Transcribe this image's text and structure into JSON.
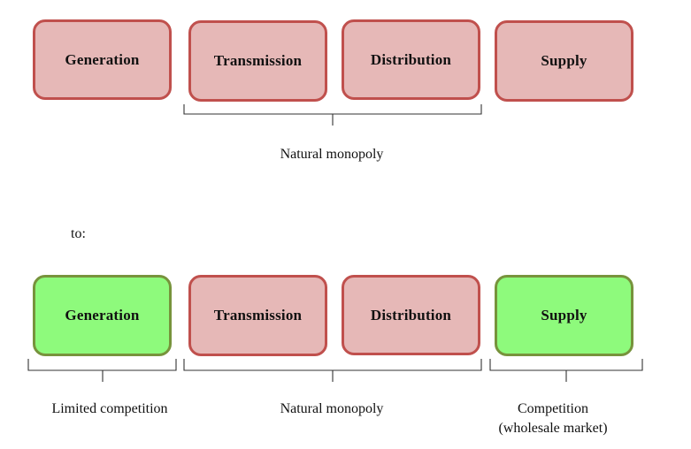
{
  "before": {
    "boxes": [
      {
        "label": "Generation",
        "state": "red"
      },
      {
        "label": "Transmission",
        "state": "red"
      },
      {
        "label": "Distribution",
        "state": "red"
      },
      {
        "label": "Supply",
        "state": "red"
      }
    ],
    "bracket_label": "Natural monopoly"
  },
  "connector": "to:",
  "after": {
    "boxes": [
      {
        "label": "Generation",
        "state": "green"
      },
      {
        "label": "Transmission",
        "state": "red"
      },
      {
        "label": "Distribution",
        "state": "red"
      },
      {
        "label": "Supply",
        "state": "green"
      }
    ],
    "bracket_labels": {
      "generation": "Limited competition",
      "network": "Natural monopoly",
      "supply_line1": "Competition",
      "supply_line2": "(wholesale market)"
    }
  },
  "colors": {
    "monopoly_fill": "#e6b8b7",
    "monopoly_border": "#c0504d",
    "competition_fill": "#8efa7c",
    "competition_border": "#77933c"
  }
}
